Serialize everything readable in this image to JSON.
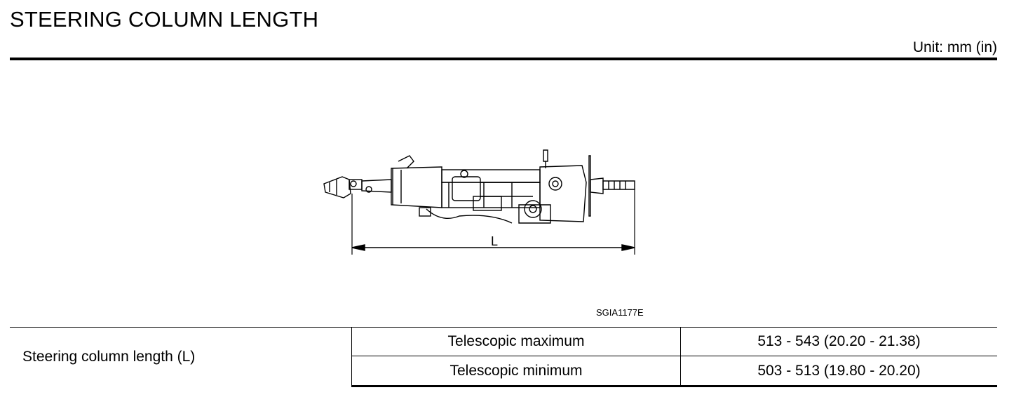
{
  "header": {
    "title": "STEERING COLUMN LENGTH",
    "unit_note": "Unit: mm (in)"
  },
  "figure": {
    "dimension_label": "L",
    "code": "SGIA1177E"
  },
  "spec_table": {
    "row_label": "Steering column length (L)",
    "rows": [
      {
        "condition": "Telescopic maximum",
        "value": "513 - 543 (20.20 - 21.38)"
      },
      {
        "condition": "Telescopic minimum",
        "value": "503 - 513 (19.80 - 20.20)"
      }
    ]
  }
}
